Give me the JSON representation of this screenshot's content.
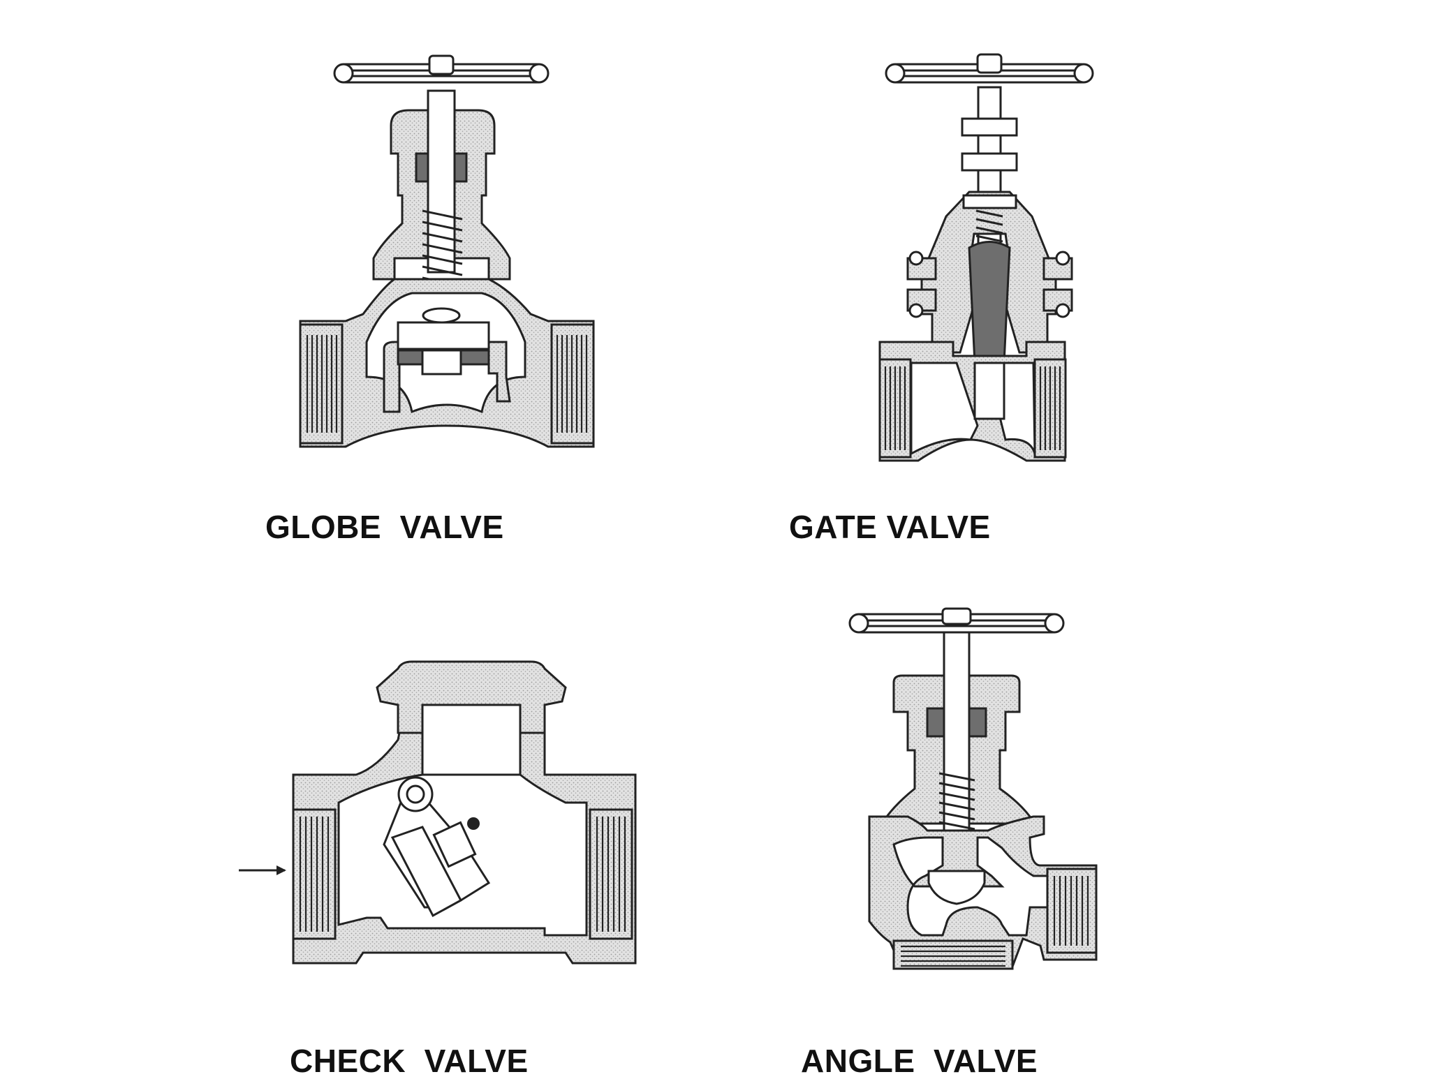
{
  "labels": {
    "globe": "GLOBE  VALVE",
    "gate": "GATE VALVE",
    "check": "CHECK  VALVE",
    "angle": "ANGLE  VALVE"
  },
  "colors": {
    "line": "#222222",
    "body_fill": "#d9d9d9",
    "gate_wedge": "#6e6e6e",
    "text": "#111111",
    "background": "#ffffff"
  }
}
